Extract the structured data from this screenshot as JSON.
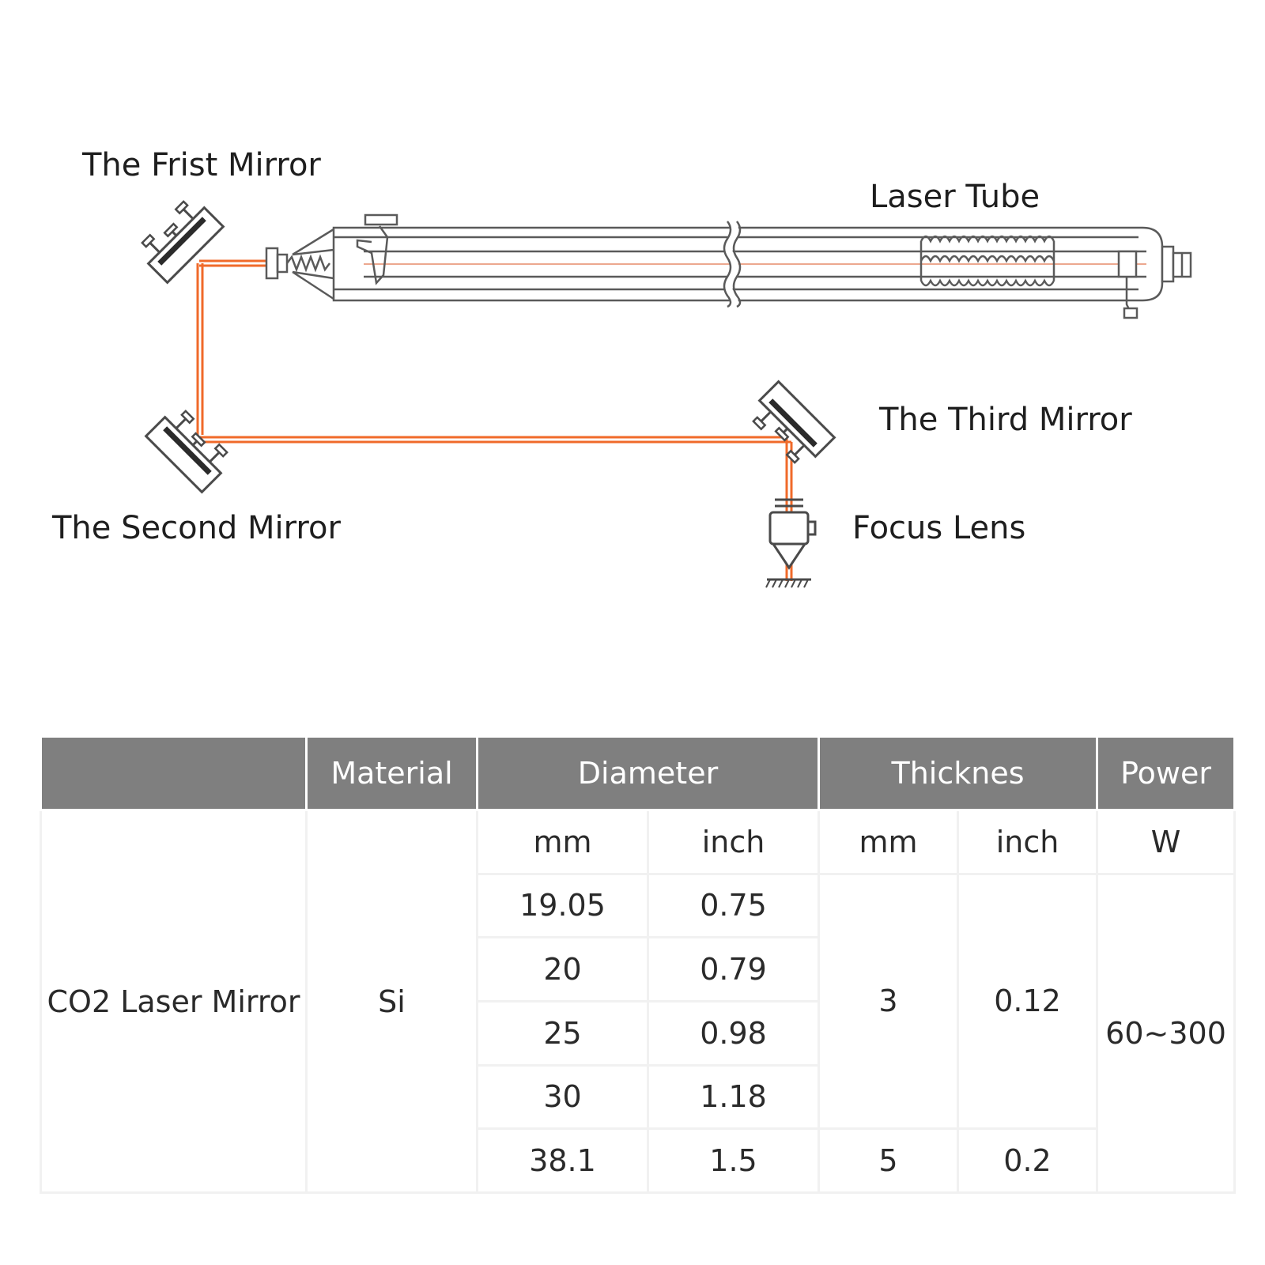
{
  "colors": {
    "beam": "#f06a2a",
    "line": "#5a5a5a",
    "header_bg": "#7f7f7f"
  },
  "labels": {
    "first_mirror": "The Frist Mirror",
    "laser_tube": "Laser Tube",
    "second_mirror": "The Second Mirror",
    "third_mirror": "The Third Mirror",
    "focus_lens": "Focus Lens"
  },
  "table": {
    "headers": {
      "blank": "",
      "material": "Material",
      "diameter": "Diameter",
      "thickness": "Thicknes",
      "power": "Power"
    },
    "units": {
      "diameter_mm": "mm",
      "diameter_inch": "inch",
      "thickness_mm": "mm",
      "thickness_inch": "inch",
      "power_w": "W"
    },
    "product": "CO2 Laser Mirror",
    "material": "Si",
    "rows": [
      {
        "d_mm": "19.05",
        "d_inch": "0.75"
      },
      {
        "d_mm": "20",
        "d_inch": "0.79"
      },
      {
        "d_mm": "25",
        "d_inch": "0.98"
      },
      {
        "d_mm": "30",
        "d_inch": "1.18"
      },
      {
        "d_mm": "38.1",
        "d_inch": "1.5"
      }
    ],
    "thickness_group_1": {
      "mm": "3",
      "inch": "0.12"
    },
    "thickness_group_2": {
      "mm": "5",
      "inch": "0.2"
    },
    "power": "60~300"
  }
}
